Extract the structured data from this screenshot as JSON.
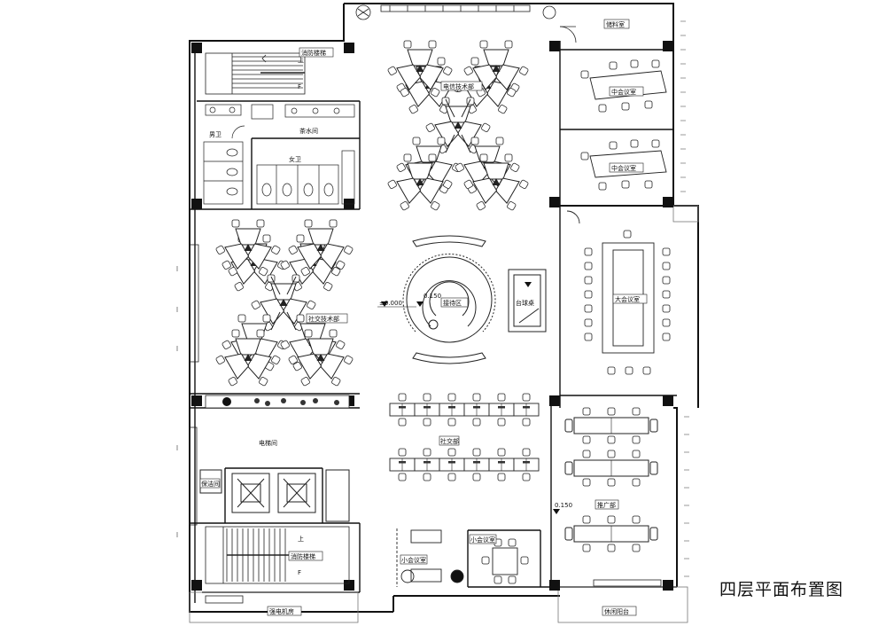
{
  "title": "四层平面布置图",
  "rooms": {
    "storage": "储料室",
    "stair_top": "消防楼梯",
    "tea": "茶水间",
    "wc_m": "男卫",
    "wc_f": "女卫",
    "tech1": "电信技术部",
    "meeting_mid1": "中会议室",
    "meeting_mid2": "中会议室",
    "tech2": "社交技术部",
    "reception": "接待区",
    "table_tennis": "台球桌",
    "large_meeting": "大会议室",
    "elevator_hall": "电梯间",
    "cleaning": "保洁间",
    "social": "社交部",
    "promotion": "推广部",
    "small_meeting1": "小会议室",
    "small_meeting2": "小会议室",
    "stair_bottom": "消防楼梯",
    "electric": "强电机房",
    "balcony": "休闲阳台"
  },
  "levels": {
    "ground": "±0.000",
    "raise1": "0.150",
    "raise2": "0.150"
  },
  "stair_marks": {
    "up_top": "上",
    "down_top": "F",
    "up_bottom": "上",
    "down_bottom": "F"
  }
}
